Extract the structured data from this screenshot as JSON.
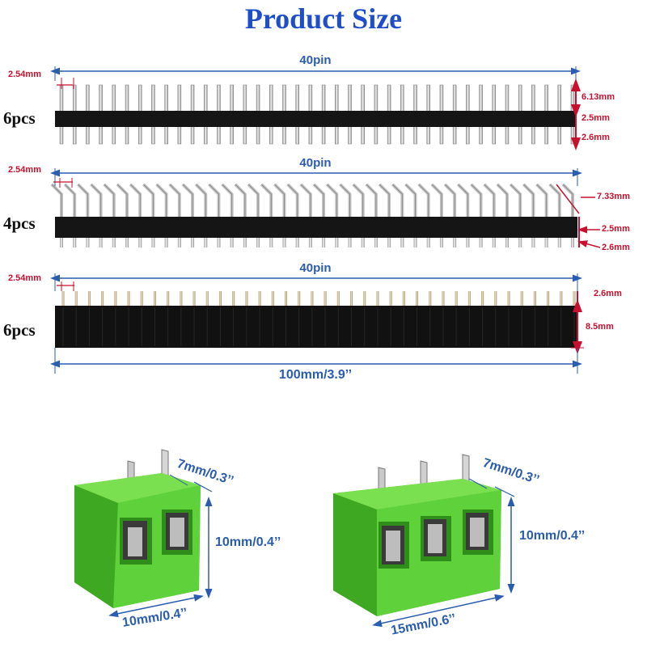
{
  "title": "Product Size",
  "headers": [
    {
      "qty": "6pcs",
      "pins": "40pin",
      "pitch": "2.54mm",
      "dims": [
        "6.13mm",
        "2.5mm",
        "2.6mm"
      ]
    },
    {
      "qty": "4pcs",
      "pins": "40pin",
      "pitch": "2.54mm",
      "dims": [
        "7.33mm",
        "2.5mm",
        "2.6mm"
      ]
    },
    {
      "qty": "6pcs",
      "pins": "40pin",
      "pitch": "2.54mm",
      "dims": [
        "2.6mm",
        "8.5mm"
      ]
    }
  ],
  "total_length": "100mm/3.9’’",
  "terminals": [
    {
      "pitch": "7mm/0.3’’",
      "height": "10mm/0.4’’",
      "width": "10mm/0.4’’"
    },
    {
      "pitch": "7mm/0.3’’",
      "height": "10mm/0.4’’",
      "width": "15mm/0.6’’"
    }
  ],
  "colors": {
    "title": "#1f4fc8",
    "dimension_blue": "#2a5db0",
    "dimension_red": "#c8102e",
    "terminal_green": "#5fd13a"
  }
}
